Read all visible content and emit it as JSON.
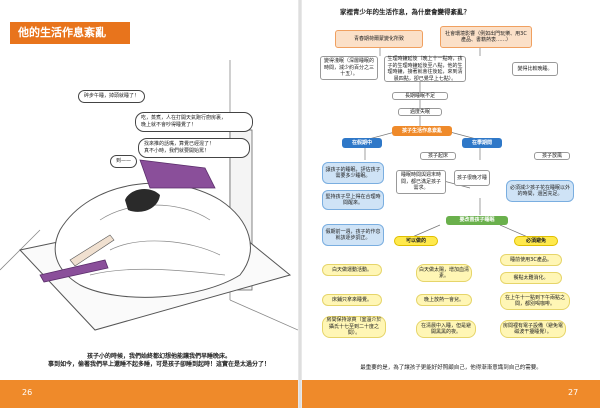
{
  "left_page": {
    "title": "他的生活作息紊亂",
    "bubbles": [
      "碎步午睡，掉頭就睡了！",
      "吃，蒸煮，人在打開天氣跑行廚房裏，",
      "晚上就不會吵得睡覺了！",
      "找來推的話嘴，算覺已經混了！",
      "真不小時，我們就要開始罵！",
      "到——"
    ],
    "caption_line1": "孩子小的時候，我們始終都幻想他能讓我們早睡晚床。",
    "caption_line2": "事到如今，偷著我們早上還睡不起多睡，可是孩子卻睡到起時！這實在是太過分了！",
    "page_number": "26"
  },
  "right_page": {
    "title": "家裡青少年的生活作息，為什麼會變得紊亂？",
    "nodes": {
      "hormone": "青春期荷爾蒙變化所致",
      "social": "社會環境影響（例如出門玩樂、用3C產品、書籍熱衷……）",
      "melatonin": "變得淺眠（深層睡眠的時間，減少約百分之三十五）。",
      "late_sleep": "生理時鐘延後（晚上十一點時，孩子的生理時鐘延後至八點，他的生理時鐘，接著就會往後延，來到清晨四點，卻已覺早上七點）。",
      "stay_up": "變得比較晚睡。",
      "insufficient": "長期睡眠不足",
      "oversleep": "過度失眠",
      "chaos": "孩子生活作息紊亂",
      "holiday": "在假期中",
      "school": "在學期間",
      "child_up": "孩子起床",
      "child_sleep": "孩子放風",
      "need_sleep": "讓孩子的睡眠，評估孩子需要多少睡眠。",
      "wake_time": "堅持孩子早上得在合理時間醒來。",
      "gradual": "假期前一週，孩子的作息就該逐步調正。",
      "weekend": "睡眠時間與週末時間，都已滿足孩子需求。",
      "child_later": "孩子很晚才睡",
      "must_reduce": "必須減少孩子花在睡眠以外的時間，還回充足。",
      "improve": "要改善孩子睡眠",
      "can": "可以做的",
      "must_avoid": "必須避免",
      "exercise": "白天做運動活動。",
      "sunlight": "白天做太陽，增加血清素。",
      "3c": "睡前使用3C產品。",
      "bed_use": "床鋪只拿來睡覺。",
      "shower": "晚上放熱一會兒。",
      "meal": "餐點太難消化。",
      "room_temp": "房間保持涼爽（室溫介於攝氏十七至到二十度之間）。",
      "morning_light": "在清晨中入睡，但是避開黑黑的夜。",
      "caffeine": "在上午十一點到下午兩點之間，都別喝咖啡。",
      "charger": "房間裡有電子設備（避免電磁波干擾睡覺）。"
    },
    "bottom_text": "最重要的是，為了讓孩子更能好好照顧自己，他得漸漸意識到自己的需要。",
    "page_number": "27"
  },
  "colors": {
    "orange": "#ef8a2a",
    "blue": "#2f78c8",
    "yellow": "#ffe94d",
    "green": "#6ab04c"
  }
}
